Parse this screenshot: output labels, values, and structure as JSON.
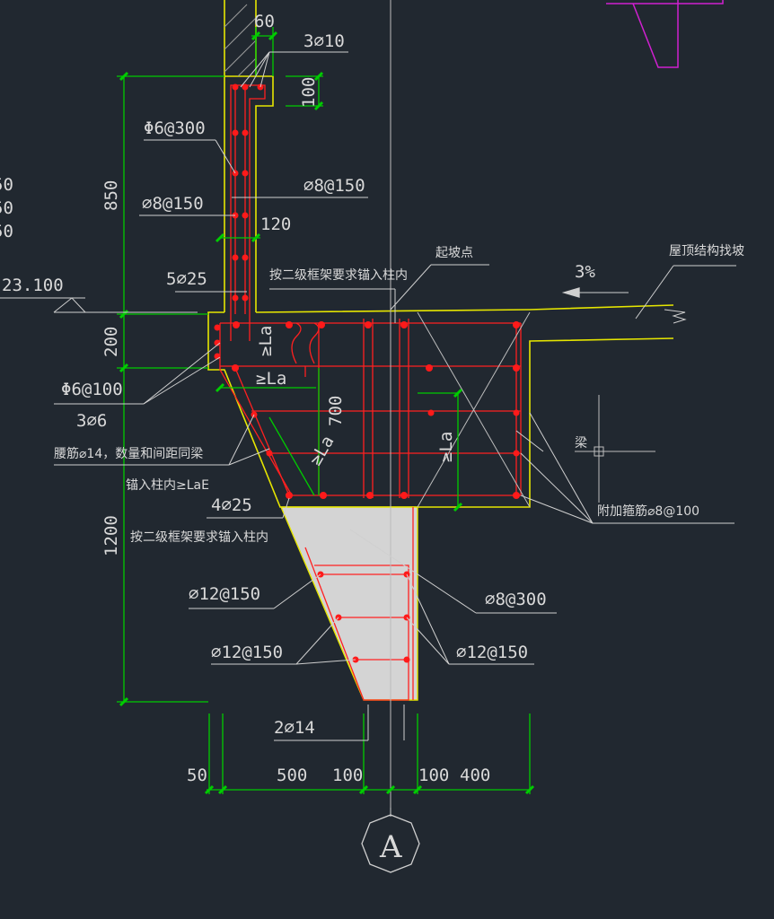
{
  "colors": {
    "background": "#212830",
    "concrete_outline": "#e6e600",
    "rebar": "#ff2020",
    "rebar_dot": "#ff1a1a",
    "dimension": "#00cc00",
    "leader": "#cfcfcf",
    "magenta": "#d020d0",
    "hatch_fill": "#d4d4d4"
  },
  "labels": {
    "dim_60": "60",
    "bar_3_10": "3⌀10",
    "dim_100_top": "100",
    "stirrup_6_300": "Φ6@300",
    "bar_8_150_right": "⌀8@150",
    "dim_850": "850",
    "bar_8_150_left": "⌀8@150",
    "dim_120": "120",
    "edge_50_a": "50",
    "edge_50_b": "50",
    "edge_50_c": "50",
    "elevation": "23.100",
    "bar_5_25": "5⌀25",
    "note_anchor_column_top": "按二级框架要求锚入柱内",
    "start_slope_point": "起坡点",
    "slope_3pct": "3%",
    "roof_slope_note": "屋顶结构找坡",
    "dim_200": "200",
    "la_1": "≥La",
    "la_2": "≥La",
    "stirrup_6_100": "Φ6@100",
    "bar_3_6": "3⌀6",
    "dim_700": "700",
    "la_3": "≥La",
    "la_4": "≥La",
    "beam_tag": "梁",
    "waist_bar_note": "腰筋⌀14，数量和间距同梁",
    "anchor_lae": "锚入柱内≥LaE",
    "extra_stirrup": "附加箍筋⌀8@100",
    "bar_4_25": "4⌀25",
    "note_anchor_column_bottom": "按二级框架要求锚入柱内",
    "dim_1200": "1200",
    "bar_12_150_a": "⌀12@150",
    "bar_8_300": "⌀8@300",
    "bar_12_150_b": "⌀12@150",
    "bar_12_150_c": "⌀12@150",
    "bar_2_14": "2⌀14",
    "dim_50": "50",
    "dim_500": "500",
    "dim_100_a": "100",
    "dim_100_b": "100",
    "dim_400": "400",
    "axis_A": "A"
  }
}
